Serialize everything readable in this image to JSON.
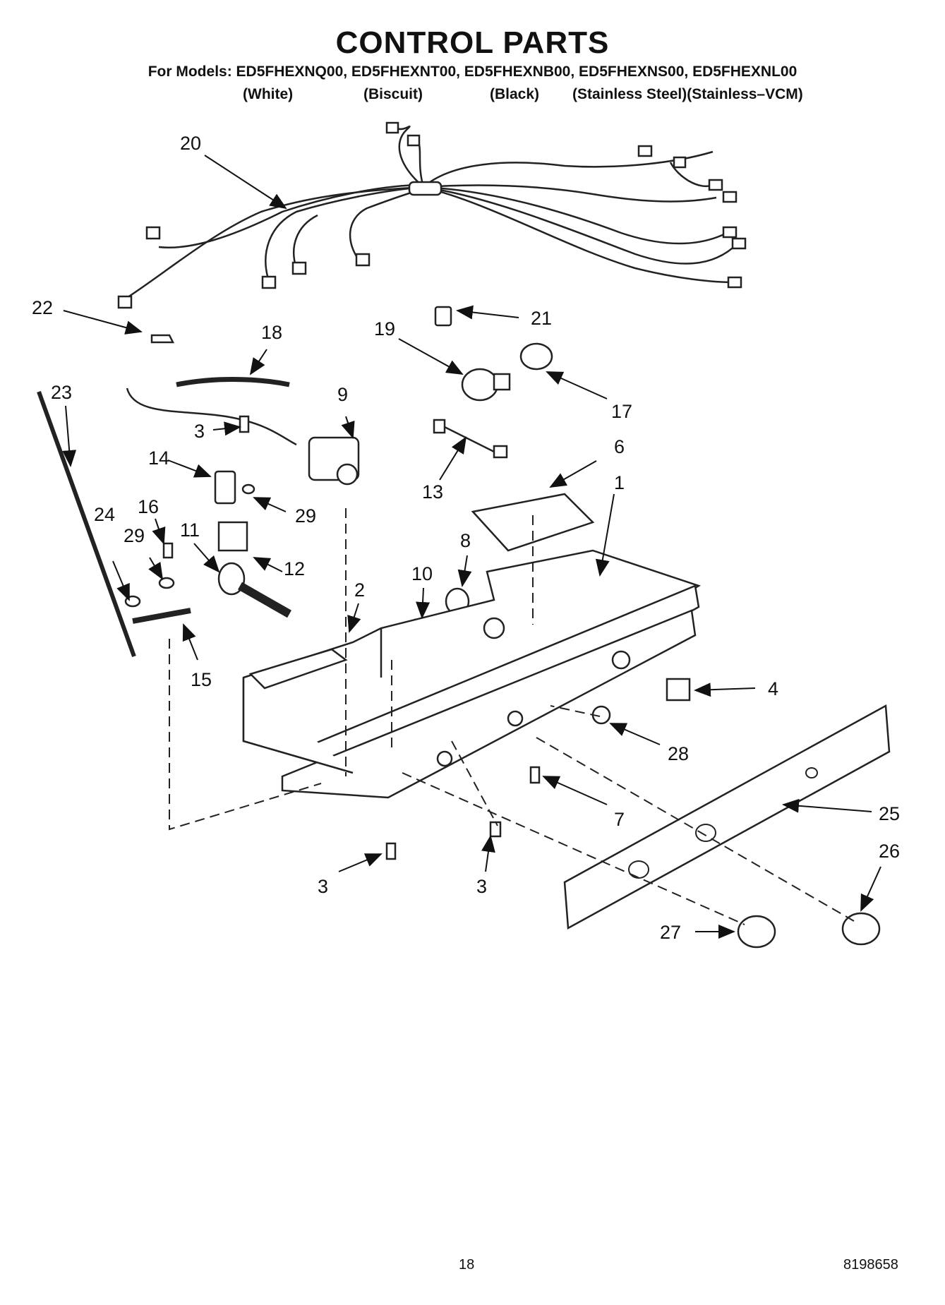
{
  "header": {
    "title": "CONTROL PARTS",
    "models_line": "For Models: ED5FHEXNQ00, ED5FHEXNT00, ED5FHEXNB00, ED5FHEXNS00, ED5FHEXNL00",
    "variants": [
      "(White)",
      "(Biscuit)",
      "(Black)",
      "(Stainless Steel)(Stainless–VCM)"
    ]
  },
  "callouts": [
    "20",
    "22",
    "21",
    "19",
    "18",
    "17",
    "23",
    "9",
    "3",
    "14",
    "13",
    "6",
    "29",
    "16",
    "29",
    "24",
    "11",
    "12",
    "1",
    "8",
    "10",
    "2",
    "15",
    "4",
    "28",
    "7",
    "25",
    "3",
    "3",
    "26",
    "27"
  ],
  "footer": {
    "page_number": "18",
    "document_number": "8198658"
  }
}
